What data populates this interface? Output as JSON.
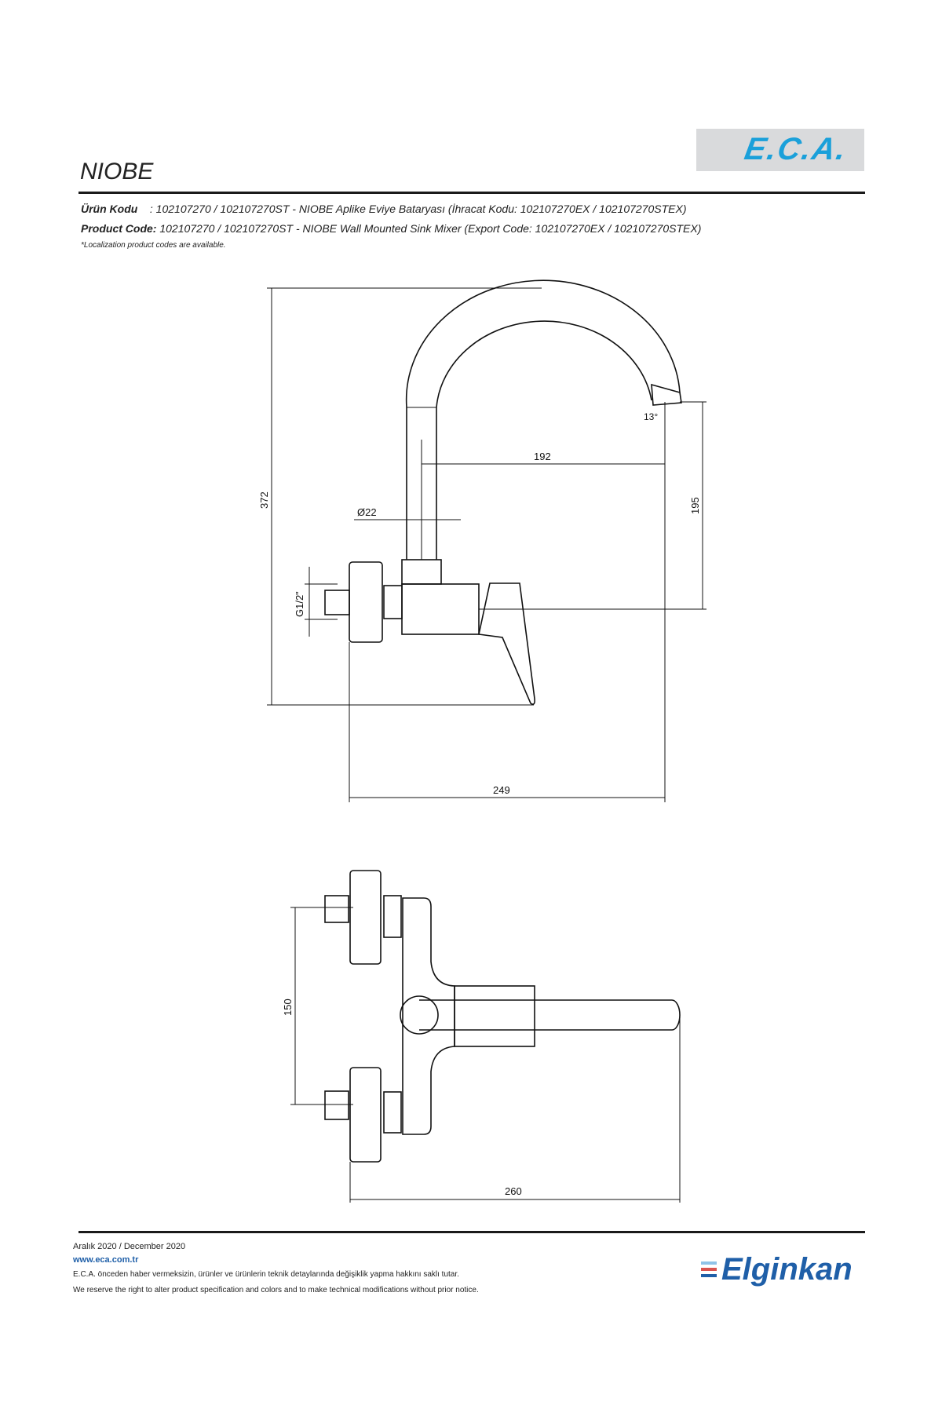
{
  "brand": {
    "eca_logo": "E.C.A.",
    "elginkan_logo": "Elginkan",
    "accent": "#1aa0da",
    "elginkan_blue": "#1f5fa8"
  },
  "title": "NIOBE",
  "codes": {
    "tr_label": "Ürün Kodu",
    "tr_value": ": 102107270 / 102107270ST - NIOBE Aplike Eviye Bataryası (İhracat Kodu: 102107270EX / 102107270STEX)",
    "en_label": "Product Code:",
    "en_value": " 102107270 / 102107270ST - NIOBE Wall Mounted Sink Mixer (Export Code: 102107270EX / 102107270STEX)",
    "note": "*Localization product codes are available."
  },
  "dimensions": {
    "height": "372",
    "reach": "192",
    "spout_height": "195",
    "angle": "13°",
    "pipe_diameter": "Ø22",
    "inlet_thread": "G1/2\"",
    "depth": "249",
    "inlet_spacing": "150",
    "width": "260"
  },
  "footer": {
    "date": "Aralık 2020 / December 2020",
    "url": "www.eca.com.tr",
    "disclaimer_tr": "E.C.A. önceden haber vermeksizin, ürünler ve ürünlerin teknik detaylarında değişiklik yapma hakkını saklı tutar.",
    "disclaimer_en": "We reserve the right to alter product specification and colors and to make technical modifications without prior notice."
  }
}
